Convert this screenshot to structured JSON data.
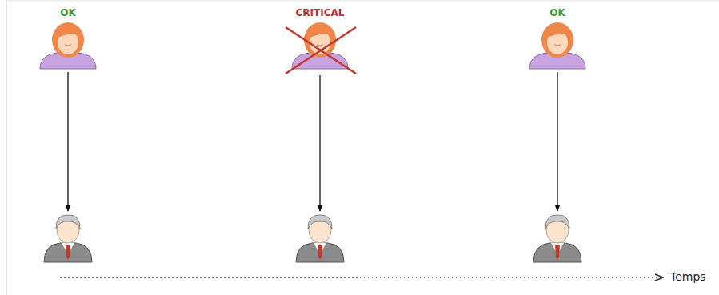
{
  "diagram": {
    "labels": [
      "OK",
      "CRITICAL",
      "OK",
      "Temps"
    ]
  }
}
